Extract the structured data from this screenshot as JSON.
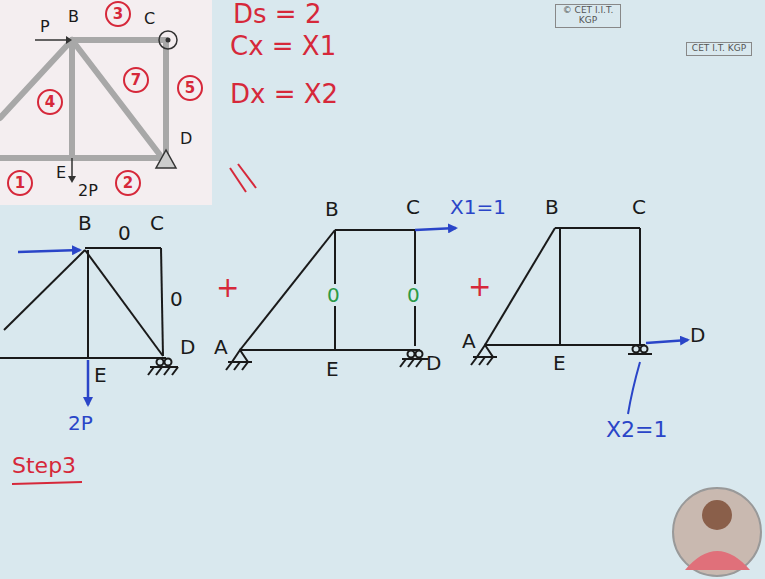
{
  "diagram": {
    "nodes": [
      {
        "text": [
          "3"
        ]
      },
      {
        "text": [
          "4"
        ]
      },
      {
        "text": [
          "7"
        ]
      },
      {
        "text": [
          "5"
        ]
      },
      {
        "text": [
          "1"
        ]
      },
      {
        "text": [
          "2"
        ]
      }
    ],
    "labels": [
      "© CET I.I.T. KGP",
      "CET I.T. KGP",
      "Ds = 2",
      "Cx = X1",
      "Dx = X2",
      "P",
      "B",
      "C",
      "D",
      "E",
      "2P",
      "B",
      "C",
      "0",
      "0",
      "E",
      "D",
      "2P",
      "+",
      "Step3",
      "B",
      "C",
      "X1=1",
      "0",
      "0",
      "A",
      "E",
      "D",
      "+",
      "B",
      "C",
      "A",
      "E",
      "D",
      "X2=1"
    ]
  }
}
